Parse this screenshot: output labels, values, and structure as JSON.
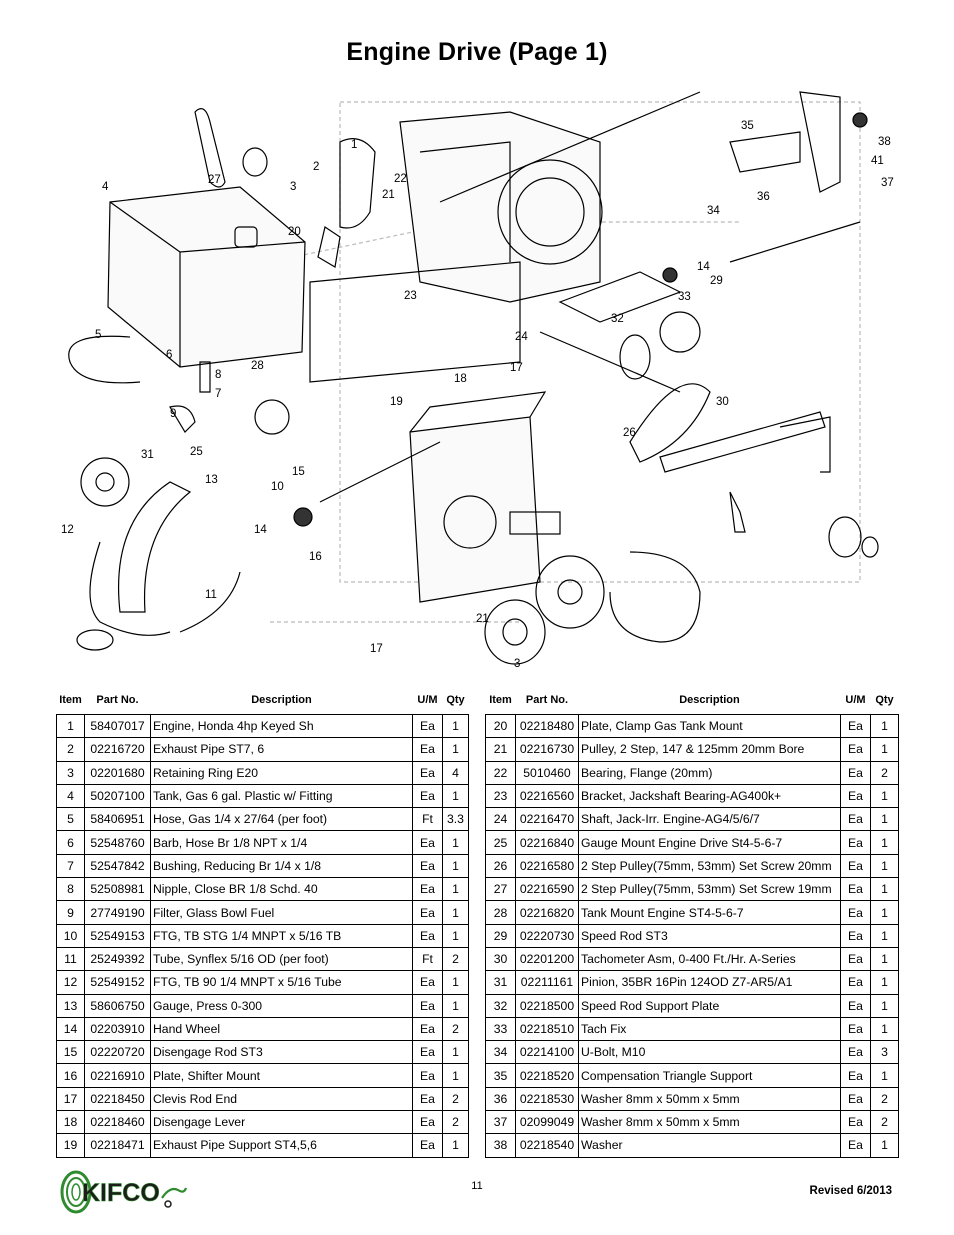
{
  "page": {
    "title": "Engine Drive (Page 1)",
    "page_number": "11",
    "revised": "Revised 6/2013",
    "logo_text": "KIFCO"
  },
  "diagram": {
    "callouts": [
      "1",
      "2",
      "3",
      "4",
      "5",
      "6",
      "7",
      "8",
      "9",
      "10",
      "11",
      "12",
      "13",
      "14",
      "15",
      "16",
      "17",
      "18",
      "19",
      "20",
      "21",
      "22",
      "23",
      "24",
      "25",
      "26",
      "27",
      "28",
      "29",
      "30",
      "31",
      "32",
      "33",
      "34",
      "35",
      "36",
      "37",
      "38",
      "41",
      "14",
      "3",
      "21",
      "17"
    ]
  },
  "headers": {
    "item": "Item",
    "part_no": "Part No.",
    "description": "Description",
    "um": "U/M",
    "qty": "Qty"
  },
  "parts_left": [
    {
      "item": "1",
      "part": "58407017",
      "desc": "Engine, Honda 4hp Keyed Sh",
      "um": "Ea",
      "qty": "1"
    },
    {
      "item": "2",
      "part": "02216720",
      "desc": "Exhaust Pipe ST7, 6",
      "um": "Ea",
      "qty": "1"
    },
    {
      "item": "3",
      "part": "02201680",
      "desc": "Retaining Ring E20",
      "um": "Ea",
      "qty": "4"
    },
    {
      "item": "4",
      "part": "50207100",
      "desc": "Tank, Gas 6 gal. Plastic w/ Fitting",
      "um": "Ea",
      "qty": "1"
    },
    {
      "item": "5",
      "part": "58406951",
      "desc": "Hose, Gas 1/4 x 27/64  (per foot)",
      "um": "Ft",
      "qty": "3.3"
    },
    {
      "item": "6",
      "part": "52548760",
      "desc": "Barb, Hose Br 1/8 NPT x 1/4",
      "um": "Ea",
      "qty": "1"
    },
    {
      "item": "7",
      "part": "52547842",
      "desc": "Bushing, Reducing Br 1/4 x 1/8",
      "um": "Ea",
      "qty": "1"
    },
    {
      "item": "8",
      "part": "52508981",
      "desc": "Nipple, Close BR 1/8 Schd. 40",
      "um": "Ea",
      "qty": "1"
    },
    {
      "item": "9",
      "part": "27749190",
      "desc": "Filter, Glass Bowl Fuel",
      "um": "Ea",
      "qty": "1"
    },
    {
      "item": "10",
      "part": "52549153",
      "desc": "FTG, TB STG 1/4 MNPT x 5/16 TB",
      "um": "Ea",
      "qty": "1"
    },
    {
      "item": "11",
      "part": "25249392",
      "desc": "Tube, Synflex 5/16 OD  (per foot)",
      "um": "Ft",
      "qty": "2"
    },
    {
      "item": "12",
      "part": "52549152",
      "desc": "FTG, TB 90 1/4 MNPT x 5/16 Tube",
      "um": "Ea",
      "qty": "1"
    },
    {
      "item": "13",
      "part": "58606750",
      "desc": "Gauge, Press 0-300",
      "um": "Ea",
      "qty": "1"
    },
    {
      "item": "14",
      "part": "02203910",
      "desc": "Hand Wheel",
      "um": "Ea",
      "qty": "2"
    },
    {
      "item": "15",
      "part": "02220720",
      "desc": "Disengage Rod ST3",
      "um": "Ea",
      "qty": "1"
    },
    {
      "item": "16",
      "part": "02216910",
      "desc": "Plate, Shifter Mount",
      "um": "Ea",
      "qty": "1"
    },
    {
      "item": "17",
      "part": "02218450",
      "desc": "Clevis Rod End",
      "um": "Ea",
      "qty": "2"
    },
    {
      "item": "18",
      "part": "02218460",
      "desc": "Disengage Lever",
      "um": "Ea",
      "qty": "2"
    },
    {
      "item": "19",
      "part": "02218471",
      "desc": "Exhaust Pipe Support ST4,5,6",
      "um": "Ea",
      "qty": "1"
    }
  ],
  "parts_right": [
    {
      "item": "20",
      "part": "02218480",
      "desc": "Plate, Clamp Gas Tank Mount",
      "um": "Ea",
      "qty": "1"
    },
    {
      "item": "21",
      "part": "02216730",
      "desc": "Pulley, 2 Step, 147 & 125mm 20mm Bore",
      "um": "Ea",
      "qty": "1"
    },
    {
      "item": "22",
      "part": "5010460",
      "desc": "Bearing, Flange (20mm)",
      "um": "Ea",
      "qty": "2"
    },
    {
      "item": "23",
      "part": "02216560",
      "desc": "Bracket, Jackshaft Bearing-AG400k+",
      "um": "Ea",
      "qty": "1"
    },
    {
      "item": "24",
      "part": "02216470",
      "desc": "Shaft, Jack-Irr. Engine-AG4/5/6/7",
      "um": "Ea",
      "qty": "1"
    },
    {
      "item": "25",
      "part": "02216840",
      "desc": "Gauge Mount Engine Drive St4-5-6-7",
      "um": "Ea",
      "qty": "1"
    },
    {
      "item": "26",
      "part": "02216580",
      "desc": "2 Step Pulley(75mm, 53mm) Set Screw 20mm",
      "um": "Ea",
      "qty": "1"
    },
    {
      "item": "27",
      "part": "02216590",
      "desc": "2 Step Pulley(75mm, 53mm) Set Screw 19mm",
      "um": "Ea",
      "qty": "1"
    },
    {
      "item": "28",
      "part": "02216820",
      "desc": "Tank Mount Engine ST4-5-6-7",
      "um": "Ea",
      "qty": "1"
    },
    {
      "item": "29",
      "part": "02220730",
      "desc": "Speed Rod ST3",
      "um": "Ea",
      "qty": "1"
    },
    {
      "item": "30",
      "part": "02201200",
      "desc": "Tachometer Asm, 0-400 Ft./Hr. A-Series",
      "um": "Ea",
      "qty": "1"
    },
    {
      "item": "31",
      "part": "02211161",
      "desc": "Pinion, 35BR 16Pin 124OD Z7-AR5/A1",
      "um": "Ea",
      "qty": "1"
    },
    {
      "item": "32",
      "part": "02218500",
      "desc": "Speed Rod Support Plate",
      "um": "Ea",
      "qty": "1"
    },
    {
      "item": "33",
      "part": "02218510",
      "desc": "Tach Fix",
      "um": "Ea",
      "qty": "1"
    },
    {
      "item": "34",
      "part": "02214100",
      "desc": "U-Bolt, M10",
      "um": "Ea",
      "qty": "3"
    },
    {
      "item": "35",
      "part": "02218520",
      "desc": "Compensation Triangle Support",
      "um": "Ea",
      "qty": "1"
    },
    {
      "item": "36",
      "part": "02218530",
      "desc": "Washer 8mm x 50mm x 5mm",
      "um": "Ea",
      "qty": "2"
    },
    {
      "item": "37",
      "part": "02099049",
      "desc": "Washer 8mm x 50mm x 5mm",
      "um": "Ea",
      "qty": "2"
    },
    {
      "item": "38",
      "part": "02218540",
      "desc": "Washer",
      "um": "Ea",
      "qty": "1"
    }
  ]
}
